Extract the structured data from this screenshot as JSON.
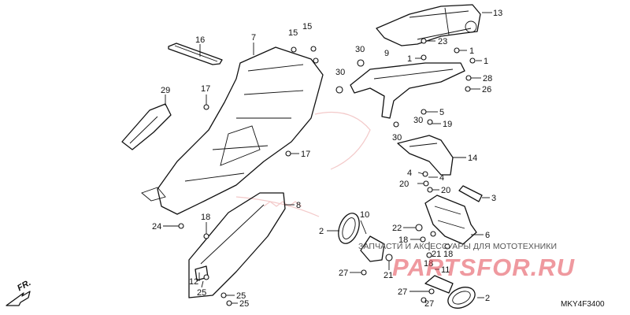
{
  "diagram": {
    "code": "MKY4F3400",
    "direction_label": "FR.",
    "watermark": {
      "line": "ЗАПЧАСТИ И АКСЕССУАРЫ ДЛЯ МОТОТЕХНИКИ",
      "brand": "PARTSFOR.RU"
    },
    "callouts": [
      {
        "id": "c13",
        "text": "13"
      },
      {
        "id": "c16",
        "text": "16"
      },
      {
        "id": "c7",
        "text": "7"
      },
      {
        "id": "c15a",
        "text": "15"
      },
      {
        "id": "c15b",
        "text": "15"
      },
      {
        "id": "c23",
        "text": "23"
      },
      {
        "id": "c30a",
        "text": "30"
      },
      {
        "id": "c9",
        "text": "9"
      },
      {
        "id": "c1a",
        "text": "1"
      },
      {
        "id": "c1b",
        "text": "1"
      },
      {
        "id": "c1c",
        "text": "1"
      },
      {
        "id": "c30b",
        "text": "30"
      },
      {
        "id": "c28",
        "text": "28"
      },
      {
        "id": "c26",
        "text": "26"
      },
      {
        "id": "c29",
        "text": "29"
      },
      {
        "id": "c17a",
        "text": "17"
      },
      {
        "id": "c5",
        "text": "5"
      },
      {
        "id": "c30c",
        "text": "30"
      },
      {
        "id": "c19",
        "text": "19"
      },
      {
        "id": "c30d",
        "text": "30"
      },
      {
        "id": "c17b",
        "text": "17"
      },
      {
        "id": "c14",
        "text": "14"
      },
      {
        "id": "c4a",
        "text": "4"
      },
      {
        "id": "c4b",
        "text": "4"
      },
      {
        "id": "c20a",
        "text": "20"
      },
      {
        "id": "c20b",
        "text": "20"
      },
      {
        "id": "c3",
        "text": "3"
      },
      {
        "id": "c8",
        "text": "8"
      },
      {
        "id": "c10",
        "text": "10"
      },
      {
        "id": "c18a",
        "text": "18"
      },
      {
        "id": "c24",
        "text": "24"
      },
      {
        "id": "c2a",
        "text": "2"
      },
      {
        "id": "c22",
        "text": "22"
      },
      {
        "id": "c6",
        "text": "6"
      },
      {
        "id": "c18b",
        "text": "18"
      },
      {
        "id": "c21a",
        "text": "21"
      },
      {
        "id": "c18c",
        "text": "18"
      },
      {
        "id": "c18d",
        "text": "18"
      },
      {
        "id": "c27a",
        "text": "27"
      },
      {
        "id": "c21b",
        "text": "21"
      },
      {
        "id": "c11",
        "text": "11"
      },
      {
        "id": "c12",
        "text": "12"
      },
      {
        "id": "c25a",
        "text": "25"
      },
      {
        "id": "c25b",
        "text": "25"
      },
      {
        "id": "c25c",
        "text": "25"
      },
      {
        "id": "c27b",
        "text": "27"
      },
      {
        "id": "c27c",
        "text": "27"
      },
      {
        "id": "c2b",
        "text": "2"
      }
    ]
  }
}
